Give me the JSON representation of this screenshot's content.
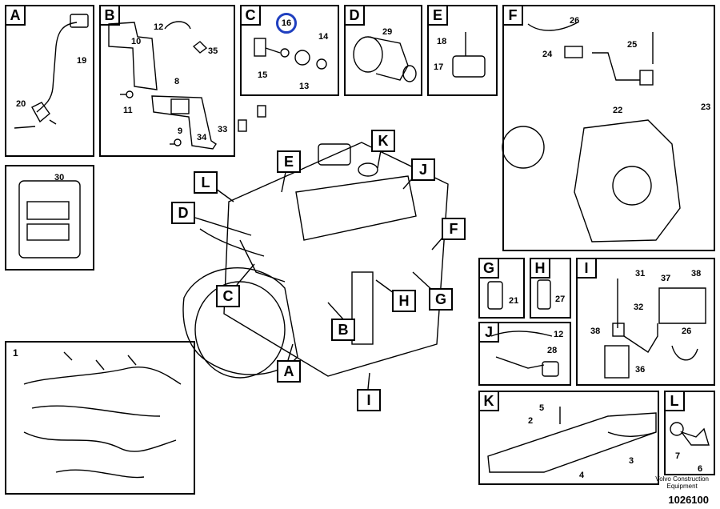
{
  "panels": {
    "A": {
      "label": "A",
      "parts": [
        "19",
        "20"
      ]
    },
    "B": {
      "label": "B",
      "parts": [
        "12",
        "10",
        "35",
        "8",
        "11",
        "9",
        "33",
        "34"
      ]
    },
    "C": {
      "label": "C",
      "parts": [
        "16",
        "14",
        "15",
        "13"
      ]
    },
    "D": {
      "label": "D",
      "parts": [
        "29"
      ]
    },
    "E": {
      "label": "E",
      "parts": [
        "18",
        "17"
      ]
    },
    "F": {
      "label": "F",
      "parts": [
        "26",
        "25",
        "24",
        "22",
        "23"
      ]
    },
    "box30": {
      "parts": [
        "30"
      ]
    },
    "box1": {
      "label": "1"
    },
    "G": {
      "label": "G",
      "parts": [
        "21"
      ]
    },
    "H": {
      "label": "H",
      "parts": [
        "27"
      ]
    },
    "I": {
      "label": "I",
      "parts": [
        "31",
        "38",
        "37",
        "32",
        "38",
        "26",
        "36"
      ]
    },
    "J": {
      "label": "J",
      "parts": [
        "12",
        "28"
      ]
    },
    "K": {
      "label": "K",
      "parts": [
        "5",
        "2",
        "3",
        "4"
      ]
    },
    "L": {
      "label": "L",
      "parts": [
        "7",
        "6"
      ]
    }
  },
  "callouts": [
    "L",
    "E",
    "K",
    "J",
    "D",
    "F",
    "C",
    "H",
    "G",
    "B",
    "A",
    "I"
  ],
  "footer": {
    "line1": "Volvo Construction",
    "line2": "Equipment",
    "code": "1026100"
  },
  "colors": {
    "highlight": "#1f3fbf",
    "line": "#000000"
  }
}
